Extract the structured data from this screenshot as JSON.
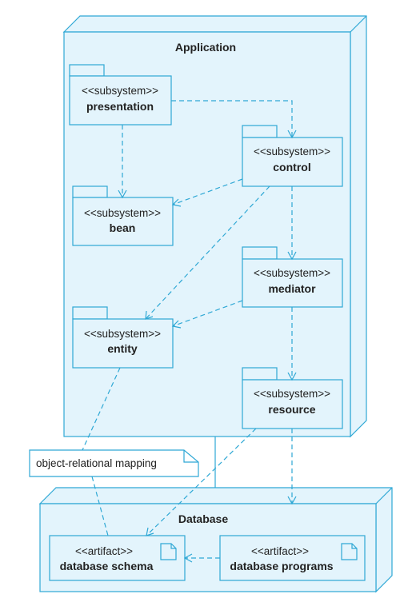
{
  "nodes": {
    "application": "Application",
    "database": "Database"
  },
  "subsystems": {
    "stereotype": "<<subsystem>>",
    "presentation": "presentation",
    "control": "control",
    "bean": "bean",
    "mediator": "mediator",
    "entity": "entity",
    "resource": "resource"
  },
  "artifacts": {
    "stereotype": "<<artifact>>",
    "schema": "database schema",
    "programs": "database programs"
  },
  "note": "object-relational mapping",
  "colors": {
    "line": "#2fa8d5",
    "fill": "#e3f4fc",
    "text": "#222222"
  }
}
